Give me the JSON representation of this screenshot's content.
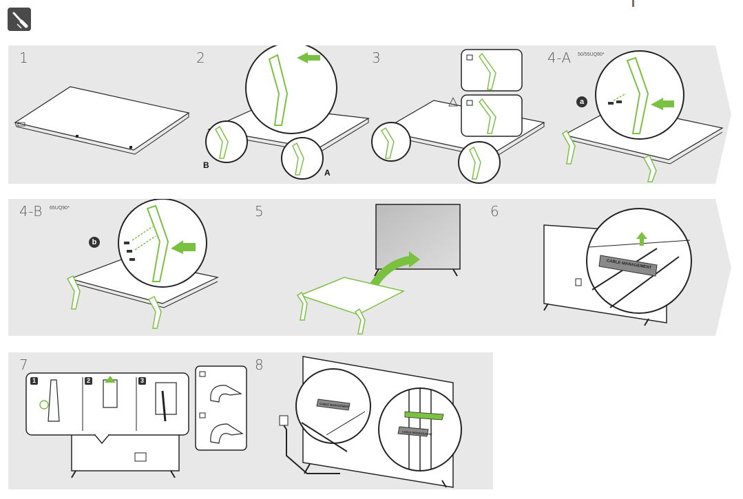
{
  "header": {
    "icon": "screwdriver-icon"
  },
  "steps": [
    {
      "id": "1",
      "number": "1"
    },
    {
      "id": "2",
      "number": "2",
      "labels": [
        "B",
        "A"
      ]
    },
    {
      "id": "3",
      "number": "3"
    },
    {
      "id": "4a",
      "number": "4-A",
      "model": "50/55UQ90*",
      "badge": "a"
    },
    {
      "id": "4b",
      "number": "4-B",
      "model": "65UQ90*",
      "badge": "b"
    },
    {
      "id": "5",
      "number": "5"
    },
    {
      "id": "6",
      "number": "6",
      "cable_label": "CABLE MANAGEMENT"
    },
    {
      "id": "7",
      "number": "7",
      "substeps": [
        "1",
        "2",
        "3"
      ]
    },
    {
      "id": "8",
      "number": "8",
      "cable_label": "CABLE MANAGEMENT"
    }
  ],
  "colors": {
    "panel": "#e8e8e8",
    "accent": "#7ac142",
    "line": "#222222",
    "dark": "#333333"
  }
}
